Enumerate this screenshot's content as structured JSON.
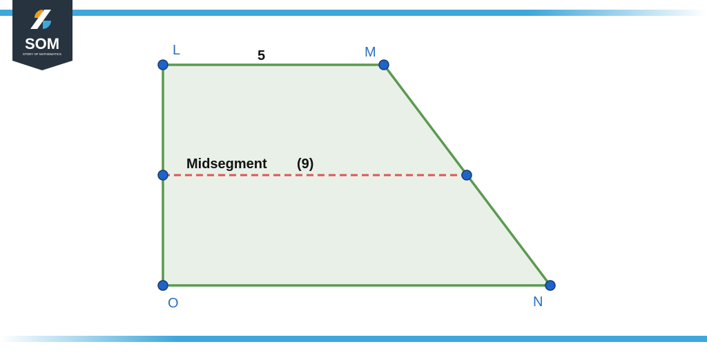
{
  "logo": {
    "text": "SOM",
    "subtitle": "STORY OF MATHEMATICS"
  },
  "diagram": {
    "vertices": [
      "L",
      "M",
      "N",
      "O"
    ],
    "top_base_label": "5",
    "midsegment_label": "Midsegment",
    "midsegment_value": "(9)"
  },
  "colors": {
    "fill": "#e8f0e8",
    "edge": "#5a9a4e",
    "midsegment": "#e05555",
    "point": "#1e63c8",
    "label": "#2a6fc0",
    "banner": "#27333f"
  }
}
